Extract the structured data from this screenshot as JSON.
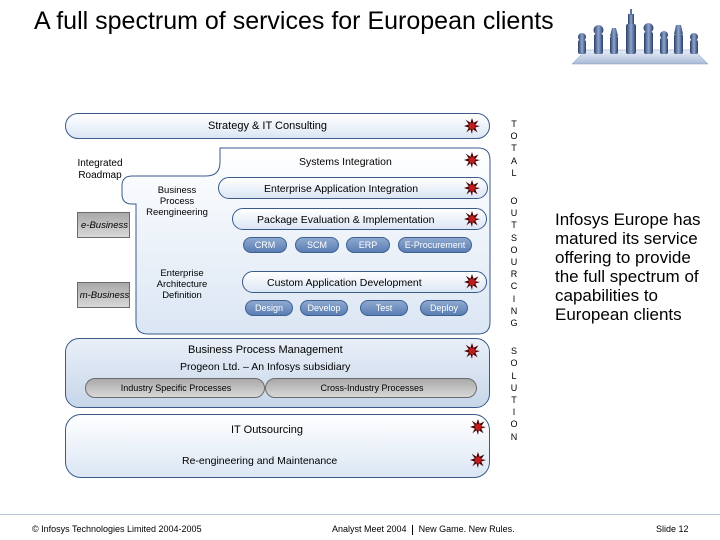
{
  "title": "A full spectrum of services for European clients",
  "bars": {
    "strategy": "Strategy & IT Consulting",
    "systems": "Systems Integration",
    "eai": "Enterprise Application Integration",
    "package": "Package Evaluation & Implementation",
    "custom": "Custom Application Development",
    "bpm": "Business Process Management",
    "progeon": "Progeon Ltd. – An Infosys subsidiary",
    "it_outsourcing": "IT Outsourcing",
    "reeng": "Re-engineering and Maintenance"
  },
  "left": {
    "integrated_roadmap": "Integrated Roadmap",
    "e_business": "e-Business",
    "m_business": "m-Business",
    "bpr": "Business Process Reengineering",
    "ead": "Enterprise Architecture Definition"
  },
  "package_items": [
    "CRM",
    "SCM",
    "ERP",
    "E-Procurement"
  ],
  "custom_items": [
    "Design",
    "Develop",
    "Test",
    "Deploy"
  ],
  "process_items": [
    "Industry Specific Processes",
    "Cross-Industry Processes"
  ],
  "vertical_text": [
    "T",
    "O",
    "T",
    "A",
    "L",
    "",
    "O",
    "U",
    "T",
    "S",
    "O",
    "U",
    "R",
    "C",
    "I",
    "N",
    "G",
    "",
    "S",
    "O",
    "L",
    "U",
    "T",
    "I",
    "O",
    "N"
  ],
  "side_text": "Infosys Europe has matured its service offering to provide the full spectrum of capabilities to European clients",
  "footer": {
    "copyright": "© Infosys Technologies Limited 2004-2005",
    "meet": "Analyst Meet 2004",
    "tagline": "New Game. New Rules.",
    "slide": "Slide 12"
  },
  "colors": {
    "star_outer": "#4a0000",
    "star_inner": "#c21b1b",
    "accent": "#3a5a8a"
  },
  "icons": [
    "chess-pieces-logo",
    "star-burst-icon"
  ]
}
